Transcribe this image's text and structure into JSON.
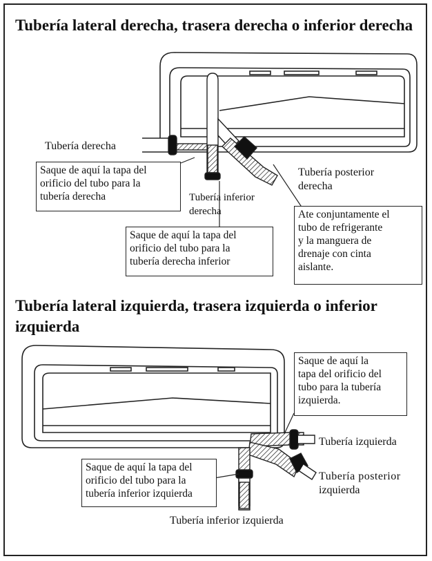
{
  "section_right": {
    "title": "Tubería lateral derecha, trasera derecha o inferior derecha",
    "labels": {
      "right_pipe": "Tubería derecha",
      "rear_right_pipe": [
        "Tubería posterior",
        "derecha"
      ],
      "bottom_right_pipe": [
        "Tubería inferior",
        "derecha"
      ]
    },
    "notes": {
      "right_cap": [
        "Saque de aquí la tapa del",
        "orificio del tubo para la",
        "tubería derecha"
      ],
      "bottom_right_cap": [
        "Saque de aquí la tapa del",
        "orificio del tubo para la",
        "tubería derecha inferior"
      ],
      "tape": [
        "Ate conjuntamente el",
        "tubo de refrigerante",
        "y la manguera de",
        "drenaje con cinta",
        "aislante."
      ]
    }
  },
  "section_left": {
    "title": "Tubería lateral izquierda, trasera izquierda o inferior izquierda",
    "labels": {
      "left_pipe": "Tubería izquierda",
      "rear_left_pipe": [
        "Tubería posterior",
        "izquierda"
      ],
      "bottom_left_pipe": "Tubería inferior izquierda"
    },
    "notes": {
      "left_cap": [
        "Saque de aquí la",
        "tapa del orificio del",
        "tubo para la tubería",
        "izquierda."
      ],
      "bottom_left_cap": [
        "Saque de aquí la tapa del",
        "orificio del tubo para la",
        "tubería inferior izquierda"
      ]
    }
  },
  "colors": {
    "ink": "#222222",
    "background": "#ffffff"
  }
}
